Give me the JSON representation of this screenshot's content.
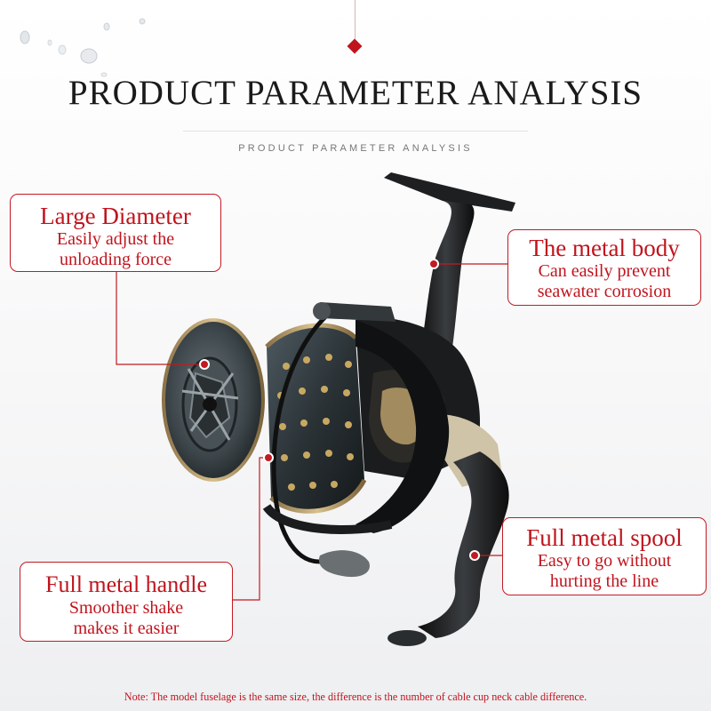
{
  "header": {
    "title": "PRODUCT PARAMETER ANALYSIS",
    "subtitle": "PRODUCT PARAMETER ANALYSIS"
  },
  "product": {
    "image_icon": "spinning-fishing-reel"
  },
  "callouts": {
    "large_diameter": {
      "title": "Large Diameter",
      "line1": "Easily adjust the",
      "line2": "unloading force"
    },
    "metal_body": {
      "title": "The metal body",
      "line1": "Can easily prevent",
      "line2": "seawater corrosion"
    },
    "metal_spool": {
      "title": "Full metal spool",
      "line1": "Easy to go without",
      "line2": "hurting the line"
    },
    "metal_handle": {
      "title": "Full metal handle",
      "line1": "Smoother shake",
      "line2": "makes it easier"
    }
  },
  "note": "Note: The model fuselage is the same size, the difference is the number of cable cup neck cable difference.",
  "colors": {
    "accent": "#c0141d",
    "title": "#1a1a1a",
    "subtitle": "#777777"
  }
}
